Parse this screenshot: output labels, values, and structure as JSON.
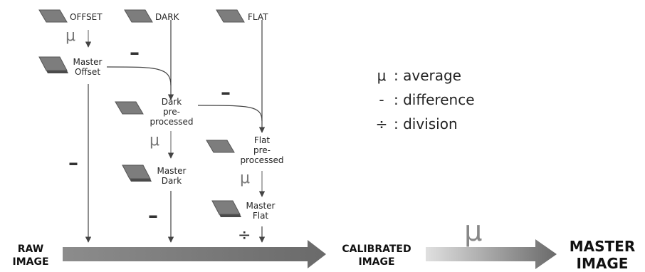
{
  "sources": {
    "offset": "OFFSET",
    "dark": "DARK",
    "flat": "FLAT"
  },
  "nodes": {
    "master_offset": [
      "Master",
      "Offset"
    ],
    "dark_pre": [
      "Dark",
      "pre-",
      "processed"
    ],
    "flat_pre": [
      "Flat",
      "pre-",
      "processed"
    ],
    "master_dark": [
      "Master",
      "Dark"
    ],
    "master_flat": [
      "Master",
      "Flat"
    ]
  },
  "operators": {
    "average": "μ",
    "difference": "–",
    "division": "÷"
  },
  "legend": [
    {
      "symbol": "μ",
      "text": ": average"
    },
    {
      "symbol": "-",
      "text": ": difference"
    },
    {
      "symbol": "÷",
      "text": ": division"
    }
  ],
  "pipeline": {
    "raw": [
      "RAW",
      "IMAGE"
    ],
    "calibrated": [
      "CALIBRATED",
      "IMAGE"
    ],
    "master": [
      "MASTER",
      "IMAGE"
    ]
  },
  "colors": {
    "frame": "#7d7d7d",
    "frame_edge": "#4a4a4a",
    "arrow": "#555555",
    "thin": "#444444"
  }
}
